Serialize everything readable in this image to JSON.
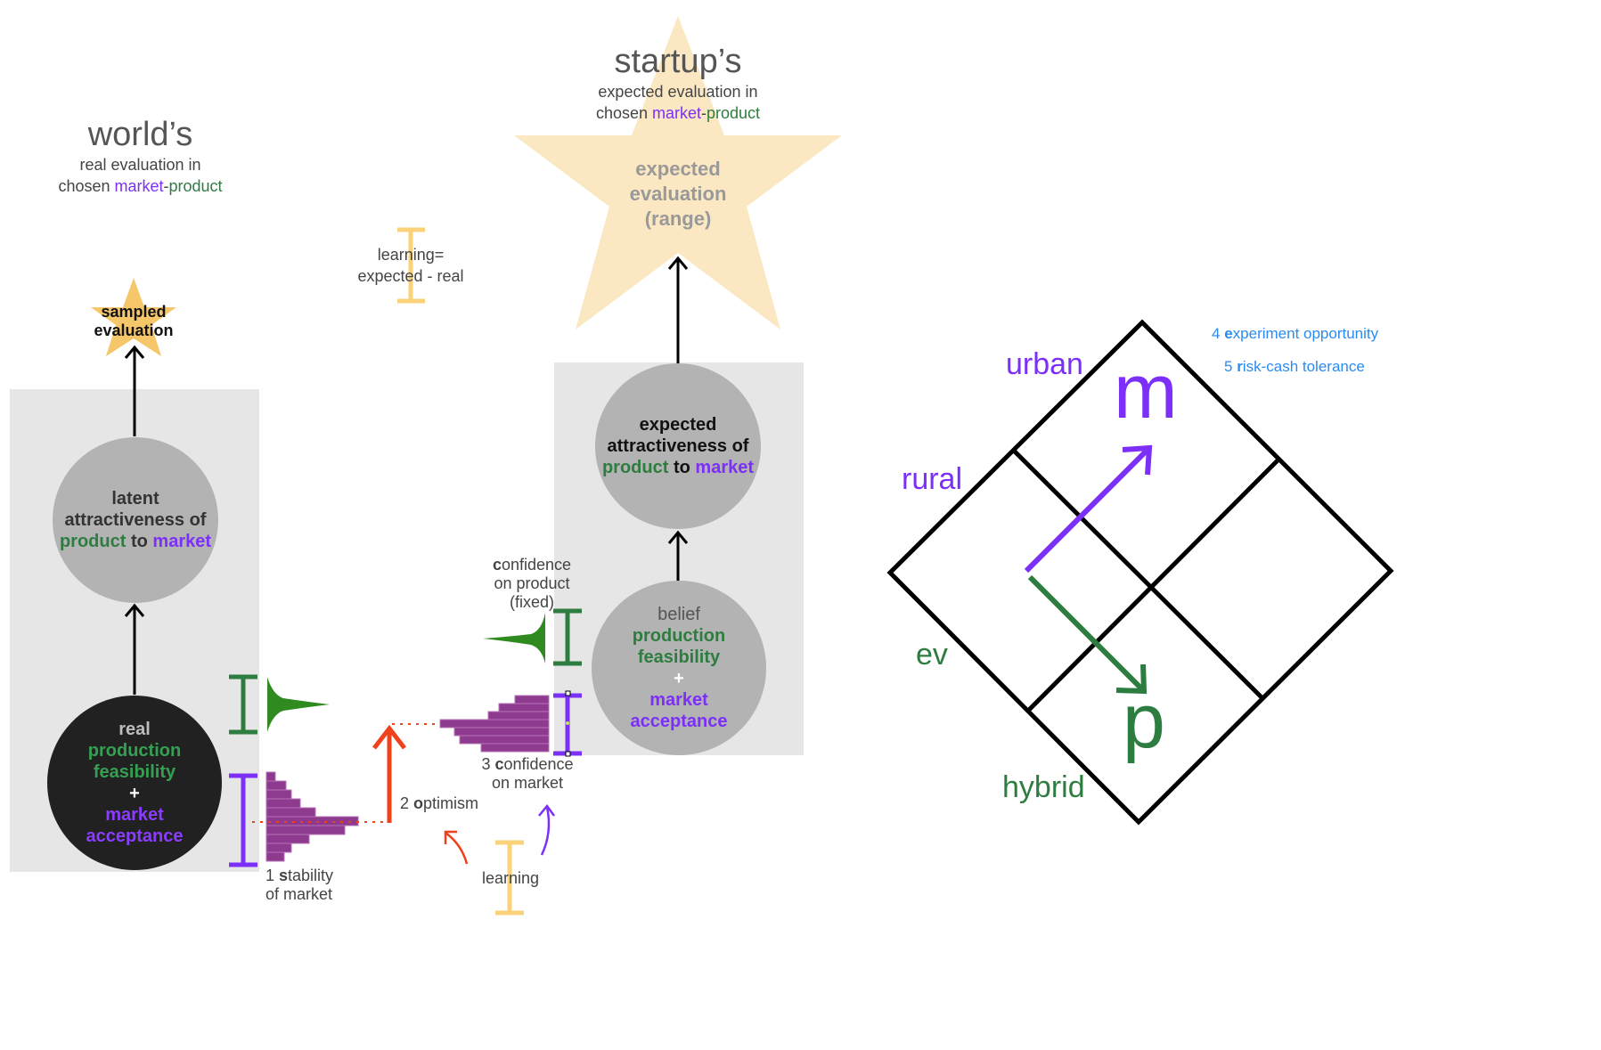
{
  "world": {
    "title": "world’s",
    "sub_line1": "real evaluation in",
    "sub_prefix": "chosen ",
    "sub_market": "market",
    "sub_dash": "-",
    "sub_product": "product"
  },
  "startup": {
    "title": "startup’s",
    "sub_line1": "expected evaluation in",
    "sub_prefix": "chosen ",
    "sub_market": "market",
    "sub_dash": "-",
    "sub_product": "product"
  },
  "sampled_star": {
    "line1": "sampled",
    "line2": "evaluation"
  },
  "expected_star": {
    "line1": "expected",
    "line2": "evaluation",
    "line3": "(range)"
  },
  "latent_circle": {
    "line1": "latent",
    "line2": "attractiveness of",
    "product": "product",
    "to": " to ",
    "market": "market"
  },
  "expected_circle": {
    "line1": "expected",
    "line2": "attractiveness of",
    "product": "product",
    "to": " to ",
    "market": "market"
  },
  "real_circle": {
    "line1": "real",
    "line2": "production",
    "line3": "feasibility",
    "plus": "+",
    "line4": "market",
    "line5": "acceptance"
  },
  "belief_circle": {
    "line1": "belief",
    "line2": "production",
    "line3": "feasibility",
    "plus": "+",
    "line4": "market",
    "line5": "acceptance"
  },
  "learning_def": {
    "line1": "learning=",
    "line2": "expected - real"
  },
  "confidence_product": {
    "c": "c",
    "rest1": "onfidence",
    "line2": "on product",
    "line3": "(fixed)"
  },
  "confidence_market": {
    "num": "3 ",
    "c": "c",
    "rest1": "onfidence",
    "line2": "on market"
  },
  "stability": {
    "num": "1 ",
    "s": "s",
    "rest1": "tability",
    "line2": "of market"
  },
  "optimism": {
    "num": "2 ",
    "o": "o",
    "rest": "ptimism"
  },
  "learning_label": "learning",
  "grid": {
    "urban": "urban",
    "rural": "rural",
    "ev": "ev",
    "hybrid": "hybrid",
    "m": "m",
    "p": "p"
  },
  "legend": {
    "item4_num": "4 ",
    "item4_e": "e",
    "item4_rest": "xperiment opportunity",
    "item5_num": "5 ",
    "item5_r": "r",
    "item5_rest": "isk-cash tolerance"
  },
  "colors": {
    "purple": "#7b2ff7",
    "green": "#2e7d40",
    "red": "#f0401c",
    "yellow": "#f9d27a",
    "blue": "#2a8bf2",
    "panel": "#e6e6e6"
  }
}
